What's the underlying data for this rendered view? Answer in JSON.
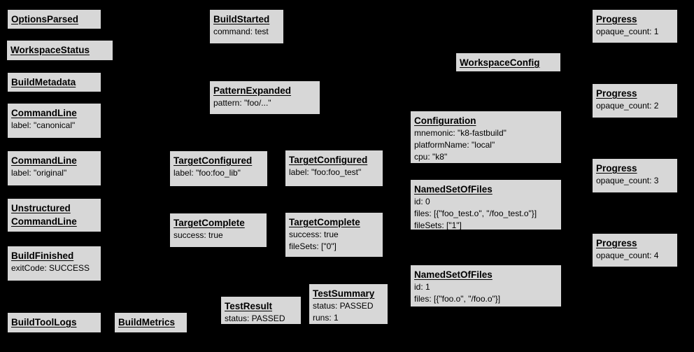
{
  "colors": {
    "background": "#000000",
    "node_fill": "#d7d7d7",
    "node_border": "#000000",
    "text": "#000000"
  },
  "nodes": {
    "options_parsed": {
      "title": "OptionsParsed",
      "lines": []
    },
    "workspace_status": {
      "title": "WorkspaceStatus",
      "lines": []
    },
    "build_metadata": {
      "title": "BuildMetadata",
      "lines": []
    },
    "command_line_canonical": {
      "title": "CommandLine",
      "lines": [
        "label: \"canonical\""
      ]
    },
    "command_line_original": {
      "title": "CommandLine",
      "lines": [
        "label: \"original\""
      ]
    },
    "unstructured_command_line": {
      "title": "Unstructured",
      "title2": "CommandLine",
      "lines": []
    },
    "build_finished": {
      "title": "BuildFinished",
      "lines": [
        "exitCode: SUCCESS"
      ]
    },
    "build_tool_logs": {
      "title": "BuildToolLogs",
      "lines": []
    },
    "build_metrics": {
      "title": "BuildMetrics",
      "lines": []
    },
    "build_started": {
      "title": "BuildStarted",
      "lines": [
        "command: test"
      ]
    },
    "pattern_expanded": {
      "title": "PatternExpanded",
      "lines": [
        "pattern: \"foo/...\""
      ]
    },
    "target_configured_lib": {
      "title": "TargetConfigured",
      "lines": [
        "label: \"foo:foo_lib\""
      ]
    },
    "target_configured_test": {
      "title": "TargetConfigured",
      "lines": [
        "label: \"foo:foo_test\""
      ]
    },
    "target_complete_lib": {
      "title": "TargetComplete",
      "lines": [
        "success: true"
      ]
    },
    "target_complete_test": {
      "title": "TargetComplete",
      "lines": [
        "success: true",
        "fileSets: [\"0\"]"
      ]
    },
    "test_result": {
      "title": "TestResult",
      "lines": [
        "status: PASSED"
      ]
    },
    "test_summary": {
      "title": "TestSummary",
      "lines": [
        "status: PASSED",
        "runs: 1"
      ]
    },
    "workspace_config": {
      "title": "WorkspaceConfig",
      "lines": []
    },
    "configuration": {
      "title": "Configuration",
      "lines": [
        "mnemonic: \"k8-fastbuild\"",
        "platformName: \"local\"",
        "cpu: \"k8\""
      ]
    },
    "named_set_0": {
      "title": "NamedSetOfFiles",
      "lines": [
        "id: 0",
        "files: [{\"foo_test.o\", \"/foo_test.o\"}]",
        "fileSets: [\"1\"]"
      ]
    },
    "named_set_1": {
      "title": "NamedSetOfFiles",
      "lines": [
        "id: 1",
        "files: [{\"foo.o\", \"/foo.o\"}]"
      ]
    },
    "progress_1": {
      "title": "Progress",
      "lines": [
        "opaque_count: 1"
      ]
    },
    "progress_2": {
      "title": "Progress",
      "lines": [
        "opaque_count: 2"
      ]
    },
    "progress_3": {
      "title": "Progress",
      "lines": [
        "opaque_count: 3"
      ]
    },
    "progress_4": {
      "title": "Progress",
      "lines": [
        "opaque_count: 4"
      ]
    }
  }
}
